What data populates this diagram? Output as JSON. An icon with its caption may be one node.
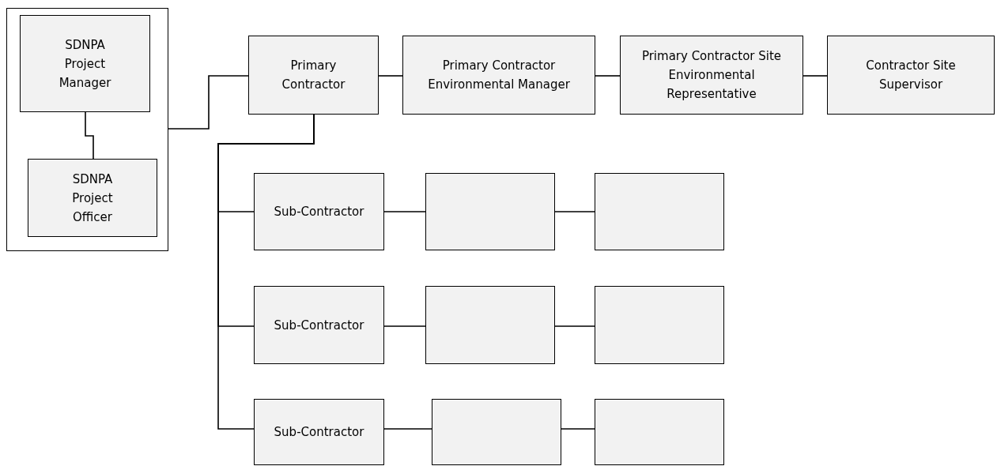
{
  "diagram": {
    "nodes": [
      {
        "text": [],
        "shape": "box"
      },
      {
        "text": [
          "SDNPA Project Manager"
        ],
        "in": 0
      },
      {
        "text": [
          "SDNPA Project Officer"
        ],
        "in": 0
      },
      {
        "text": [
          "Primary Contractor"
        ]
      },
      {
        "text": [
          "Primary Contractor Environmental Manager"
        ]
      },
      {
        "text": [
          "Primary Contractor Site Environmental Representative"
        ]
      },
      {
        "text": [
          "Contractor Site Supervisor"
        ]
      },
      {
        "text": [
          "Sub-Contractor"
        ]
      },
      {
        "text": [],
        "shape": "box"
      },
      {
        "text": [],
        "shape": "box"
      },
      {
        "text": [
          "Sub-Contractor"
        ]
      },
      {
        "text": [],
        "shape": "box"
      },
      {
        "text": [],
        "shape": "box"
      },
      {
        "text": [
          "Sub-Contractor"
        ]
      },
      {
        "text": [],
        "shape": "box"
      },
      {
        "text": [],
        "shape": "box"
      }
    ],
    "edges": [
      {
        "from": 1,
        "to": 2,
        "arrow": "none"
      },
      {
        "from": 0,
        "to": 3,
        "arrow": "none"
      },
      {
        "from": 3,
        "to": 4,
        "arrow": "none"
      },
      {
        "from": 4,
        "to": 5,
        "arrow": "none"
      },
      {
        "from": 5,
        "to": 6,
        "arrow": "none"
      },
      {
        "from": 3,
        "to": 7,
        "arrow": "none"
      },
      {
        "from": 3,
        "to": 10,
        "arrow": "none"
      },
      {
        "from": 3,
        "to": 13,
        "arrow": "none"
      },
      {
        "from": 7,
        "to": 8,
        "arrow": "none"
      },
      {
        "from": 8,
        "to": 9,
        "arrow": "none"
      },
      {
        "from": 10,
        "to": 11,
        "arrow": "none"
      },
      {
        "from": 11,
        "to": 12,
        "arrow": "none"
      },
      {
        "from": 13,
        "to": 14,
        "arrow": "none"
      },
      {
        "from": 14,
        "to": 15,
        "arrow": "none"
      }
    ]
  }
}
